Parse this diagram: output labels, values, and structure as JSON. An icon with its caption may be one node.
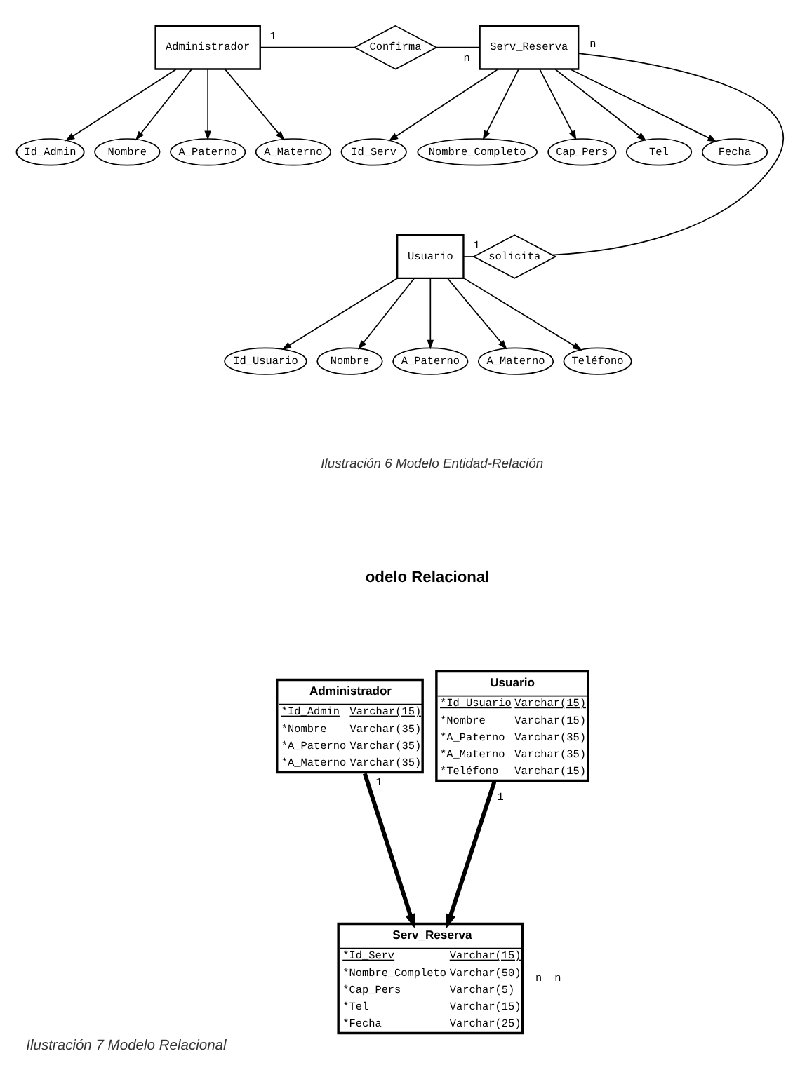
{
  "diagram": {
    "caption": "Ilustración 7 Modelo Relacional",
    "nodes": [
      {
        "text": [
          "Id_Admin"
        ]
      },
      {
        "text": [
          "Nombre"
        ]
      },
      {
        "text": [
          "A_Paterno"
        ]
      },
      {
        "text": [
          "A_Materno"
        ]
      },
      {
        "text": [
          "Administrador"
        ]
      },
      {
        "text": [
          "Confirma"
        ]
      },
      {
        "text": [
          "Id_Serv"
        ]
      },
      {
        "text": [
          "Nombre_Completo"
        ]
      },
      {
        "text": [
          "Cap_Pers"
        ]
      },
      {
        "text": [
          "Tel"
        ]
      },
      {
        "text": [
          "Fecha"
        ]
      },
      {
        "text": [
          "Serv_Reserva"
        ]
      },
      {
        "text": [
          "solicita"
        ]
      },
      {
        "text": [
          "Usuario"
        ]
      },
      {
        "text": [
          "Id_Usuario"
        ]
      },
      {
        "text": [
          "Nombre"
        ]
      },
      {
        "text": [
          "A_Paterno"
        ]
      },
      {
        "text": [
          "A_Materno"
        ]
      },
      {
        "text": [
          "Teléfono"
        ]
      },
      {
        "text": [
          "Administrador",
          "*Id_Admin",
          "Varchar(15)",
          "*Nombre",
          "Varchar(35)",
          "*A_Paterno",
          "Varchar(35)",
          "*A_Materno",
          "Varchar(35)"
        ]
      },
      {
        "text": [
          "Usuario",
          "*Id_Usuario",
          "Varchar(15)",
          "*Nombre",
          "Varchar(15)",
          "*A_Paterno",
          "Varchar(35)",
          "*A_Materno",
          "Varchar(35)",
          "*Teléfono",
          "Varchar(15)"
        ]
      },
      {
        "text": [
          "Serv_Reserva",
          "*Id_Serv",
          "Varchar(15)",
          "*Nombre_Completo",
          "Varchar(50)",
          "*Cap_Pers",
          "Varchar(5)",
          "*Tel",
          "Varchar(15)",
          "*Fecha",
          "Varchar(25)"
        ]
      }
    ],
    "edges": [
      {
        "from": 4,
        "to": 0,
        "arrow": "to"
      },
      {
        "from": 4,
        "to": 1,
        "arrow": "to"
      },
      {
        "from": 4,
        "to": 2,
        "arrow": "to"
      },
      {
        "from": 4,
        "to": 3,
        "arrow": "to"
      },
      {
        "from": 4,
        "to": 5,
        "arrow": "none",
        "label": "1"
      },
      {
        "from": 5,
        "to": 11,
        "arrow": "none",
        "label": "n"
      },
      {
        "from": 11,
        "to": 6,
        "arrow": "to"
      },
      {
        "from": 11,
        "to": 7,
        "arrow": "to"
      },
      {
        "from": 11,
        "to": 8,
        "arrow": "to"
      },
      {
        "from": 11,
        "to": 9,
        "arrow": "to"
      },
      {
        "from": 11,
        "to": 10,
        "arrow": "to"
      },
      {
        "from": 11,
        "to": 12,
        "arrow": "none",
        "label": "n"
      },
      {
        "from": 13,
        "to": 12,
        "arrow": "none",
        "label": "1"
      },
      {
        "from": 13,
        "to": 14,
        "arrow": "to"
      },
      {
        "from": 13,
        "to": 15,
        "arrow": "to"
      },
      {
        "from": 13,
        "to": 16,
        "arrow": "to"
      },
      {
        "from": 13,
        "to": 17,
        "arrow": "to"
      },
      {
        "from": 13,
        "to": 18,
        "arrow": "to"
      },
      {
        "from": 20,
        "to": 21,
        "arrow": "to",
        "label": "1",
        "style": "thick"
      },
      {
        "from": 19,
        "to": 21,
        "arrow": "to",
        "label": "1",
        "style": "thick"
      }
    ],
    "labels": [
      "Ilustración 6 Modelo Entidad-Relación",
      "odelo Relacional",
      "n",
      "n"
    ]
  }
}
